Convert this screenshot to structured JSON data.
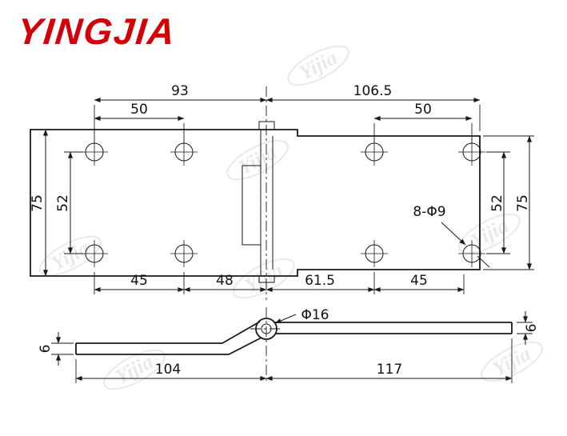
{
  "logo": {
    "text": "YINGJIA"
  },
  "watermark": {
    "text": "Yijia"
  },
  "top_view": {
    "dim_93": "93",
    "dim_106_5": "106.5",
    "dim_50_left": "50",
    "dim_50_right": "50",
    "dim_75_left": "75",
    "dim_52_left": "52",
    "dim_52_right": "52",
    "dim_75_right": "75",
    "dim_45_left": "45",
    "dim_48": "48",
    "dim_61_5": "61.5",
    "dim_45_right": "45",
    "hole_callout": "8-Φ9"
  },
  "side_view": {
    "dim_dia_16": "Φ16",
    "dim_6_left": "6",
    "dim_6_right": "6",
    "dim_104": "104",
    "dim_117": "117"
  }
}
